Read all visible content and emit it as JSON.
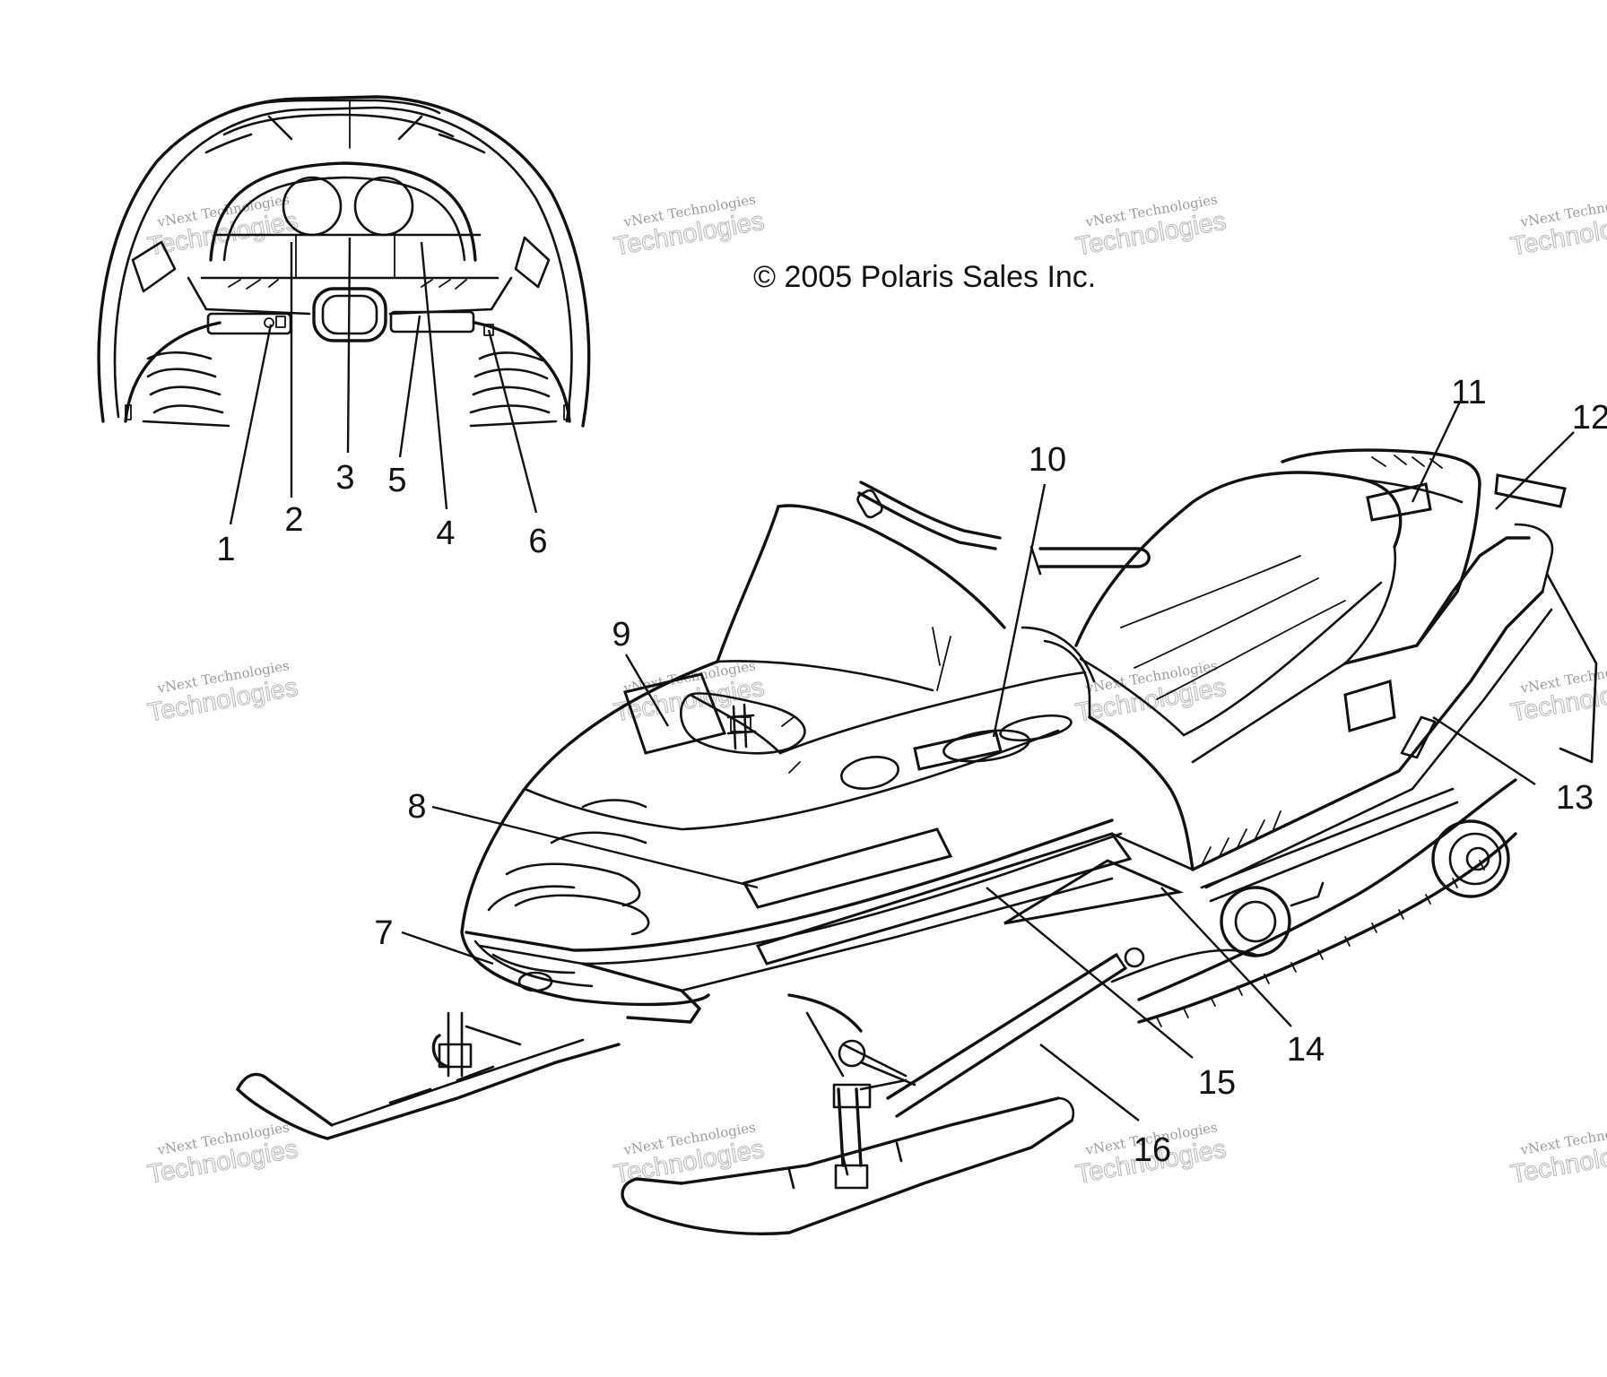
{
  "copyright": "© 2005 Polaris Sales Inc.",
  "watermark": {
    "line1": "vNext Technologies",
    "line2": "Technologies"
  },
  "callouts": [
    {
      "id": 1,
      "label": "1"
    },
    {
      "id": 2,
      "label": "2"
    },
    {
      "id": 3,
      "label": "3"
    },
    {
      "id": 4,
      "label": "4"
    },
    {
      "id": 5,
      "label": "5"
    },
    {
      "id": 6,
      "label": "6"
    },
    {
      "id": 7,
      "label": "7"
    },
    {
      "id": 8,
      "label": "8"
    },
    {
      "id": 9,
      "label": "9"
    },
    {
      "id": 10,
      "label": "10"
    },
    {
      "id": 11,
      "label": "11"
    },
    {
      "id": 12,
      "label": "12"
    },
    {
      "id": 13,
      "label": "13"
    },
    {
      "id": 14,
      "label": "14"
    },
    {
      "id": 15,
      "label": "15"
    },
    {
      "id": 16,
      "label": "16"
    }
  ],
  "colors": {
    "ink": "#111111",
    "watermark": "#8a8a8a",
    "background": "#ffffff"
  }
}
